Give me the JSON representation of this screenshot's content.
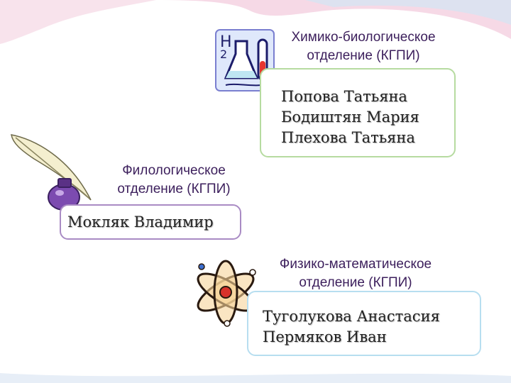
{
  "chemistry": {
    "title_line1": "Химико-биологическое",
    "title_line2": "отделение (КГПИ)",
    "names": [
      "Попова Татьяна",
      "Бодиштян Мария",
      "Плехова Татьяна"
    ],
    "icon": "lab-flask-icon"
  },
  "philology": {
    "title_line1": "Филологическое",
    "title_line2": "отделение (КГПИ)",
    "names": [
      "Мокляк Владимир"
    ],
    "icon": "quill-inkwell-icon"
  },
  "physics": {
    "title_line1": "Физико-математическое",
    "title_line2": "отделение (КГПИ)",
    "names": [
      "Туголукова Анастасия",
      "Пермяков Иван"
    ],
    "icon": "atom-icon"
  },
  "colors": {
    "chem_border": "#b6dba0",
    "phil_border": "#a98bc4",
    "phys_border": "#b7def0",
    "title_text": "#3c1f5c"
  }
}
